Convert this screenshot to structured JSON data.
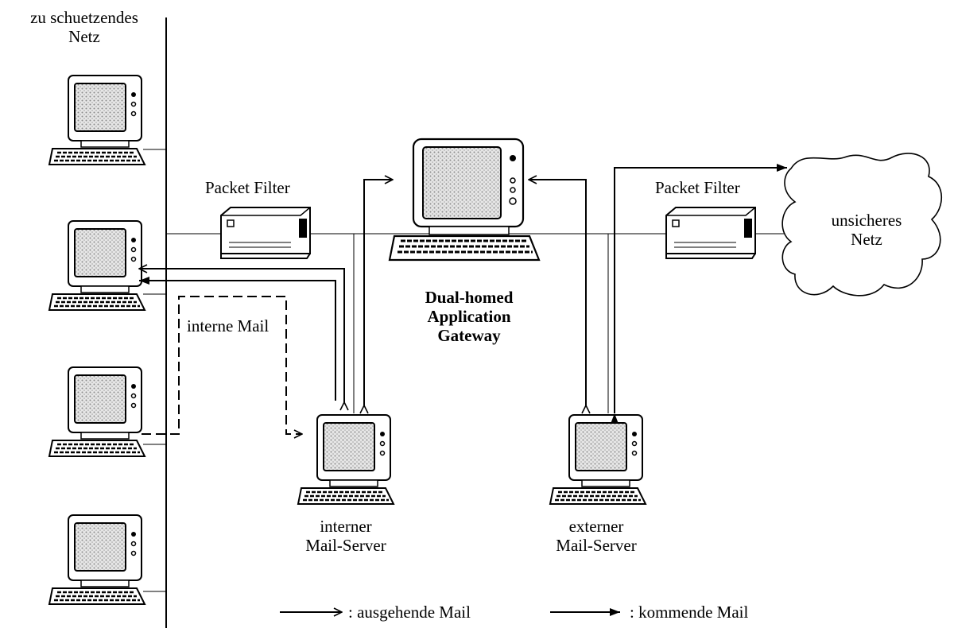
{
  "labels": {
    "protected_net_line1": "zu schuetzendes",
    "protected_net_line2": "Netz",
    "packet_filter_left": "Packet Filter",
    "packet_filter_right": "Packet Filter",
    "unsafe_net_line1": "unsicheres",
    "unsafe_net_line2": "Netz",
    "gateway_line1": "Dual-homed",
    "gateway_line2": "Application",
    "gateway_line3": "Gateway",
    "internal_mail": "interne Mail",
    "internal_server_line1": "interner",
    "internal_server_line2": "Mail-Server",
    "external_server_line1": "externer",
    "external_server_line2": "Mail-Server"
  },
  "legend": {
    "outgoing": ": ausgehende Mail",
    "incoming": ": kommende Mail"
  },
  "colors": {
    "ink": "#000000",
    "screen": "#d0d0d0",
    "background": "#ffffff"
  }
}
